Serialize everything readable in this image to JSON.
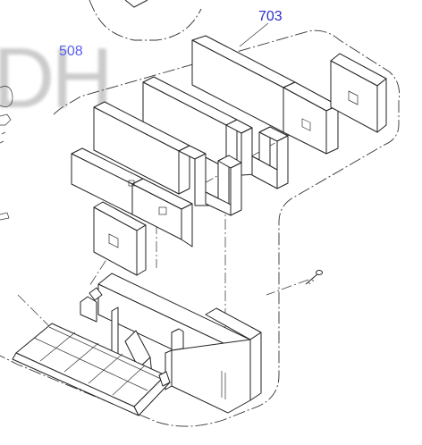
{
  "callouts": {
    "assembly_703": "703",
    "ref_508": "508"
  },
  "watermark_text": "DH",
  "colors": {
    "callout": "#2a2fc8",
    "callout_muted": "#5a5ff0",
    "line": "#222222"
  }
}
